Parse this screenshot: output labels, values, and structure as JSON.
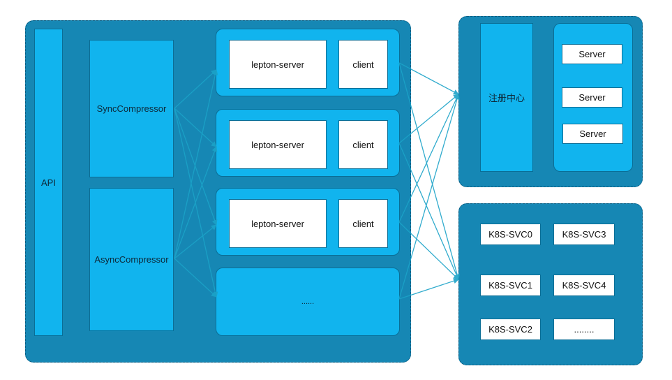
{
  "left": {
    "api": "API",
    "sync": "SyncCompressor",
    "async": "AsyncCompressor",
    "rows": [
      {
        "server": "lepton-server",
        "client": "client"
      },
      {
        "server": "lepton-server",
        "client": "client"
      },
      {
        "server": "lepton-server",
        "client": "client"
      }
    ],
    "more": "......"
  },
  "registry": {
    "label": "注册中心",
    "servers": [
      "Server",
      "Server",
      "Server"
    ]
  },
  "k8s": {
    "services": [
      "K8S-SVC0",
      "K8S-SVC3",
      "K8S-SVC1",
      "K8S-SVC4",
      "K8S-SVC2",
      "........"
    ]
  },
  "colors": {
    "panel": "#1687B4",
    "box": "#11B4EE",
    "arrow": "#1BA3C8"
  }
}
